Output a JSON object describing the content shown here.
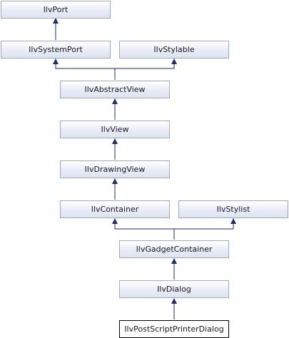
{
  "diagram": {
    "nodes": {
      "ilvport": "IlvPort",
      "ilvsystemport": "IlvSystemPort",
      "ilvstylable": "IlvStylable",
      "ilvabstractview": "IlvAbstractView",
      "ilvview": "IlvView",
      "ilvdrawingview": "IlvDrawingView",
      "ilvcontainer": "IlvContainer",
      "ilvstylist": "IlvStylist",
      "ilvgadgetcontainer": "IlvGadgetContainer",
      "ilvdialog": "IlvDialog",
      "ilvpostscriptprinterdialog": "IlvPostScriptPrinterDialog"
    },
    "edges": [
      {
        "from": "ilvsystemport",
        "to": "ilvport"
      },
      {
        "from": "ilvabstractview",
        "to": "ilvsystemport"
      },
      {
        "from": "ilvabstractview",
        "to": "ilvstylable"
      },
      {
        "from": "ilvview",
        "to": "ilvabstractview"
      },
      {
        "from": "ilvdrawingview",
        "to": "ilvview"
      },
      {
        "from": "ilvcontainer",
        "to": "ilvdrawingview"
      },
      {
        "from": "ilvgadgetcontainer",
        "to": "ilvcontainer"
      },
      {
        "from": "ilvgadgetcontainer",
        "to": "ilvstylist"
      },
      {
        "from": "ilvdialog",
        "to": "ilvgadgetcontainer"
      },
      {
        "from": "ilvpostscriptprinterdialog",
        "to": "ilvdialog"
      }
    ],
    "colors": {
      "edge": "#1f2d6b",
      "node_border": "#9aa8c8",
      "current_border": "#000000"
    }
  }
}
